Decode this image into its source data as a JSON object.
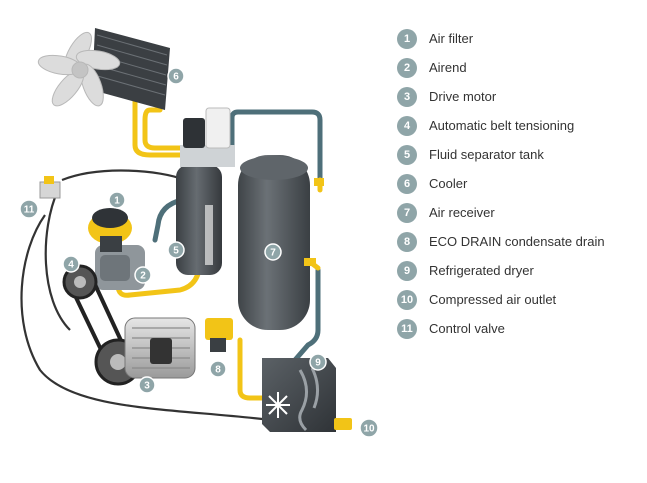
{
  "legend": [
    {
      "num": "1",
      "label": "Air filter"
    },
    {
      "num": "2",
      "label": "Airend"
    },
    {
      "num": "3",
      "label": "Drive motor"
    },
    {
      "num": "4",
      "label": "Automatic belt tensioning"
    },
    {
      "num": "5",
      "label": "Fluid separator tank"
    },
    {
      "num": "6",
      "label": "Cooler"
    },
    {
      "num": "7",
      "label": "Air receiver"
    },
    {
      "num": "8",
      "label": "ECO DRAIN condensate drain"
    },
    {
      "num": "9",
      "label": "Refrigerated dryer"
    },
    {
      "num": "10",
      "label": "Compressed air outlet"
    },
    {
      "num": "11",
      "label": "Control valve"
    }
  ],
  "markers": {
    "m1": "1",
    "m2": "2",
    "m3": "3",
    "m4": "4",
    "m5": "5",
    "m6": "6",
    "m7": "7",
    "m8": "8",
    "m9": "9",
    "m10": "10",
    "m11": "11"
  },
  "colors": {
    "yellow_pipe": "#f2c417",
    "teal_pipe": "#4e6f79",
    "belt": "#333333",
    "tank": "#555a5e",
    "badge": "#8fa5a8"
  }
}
